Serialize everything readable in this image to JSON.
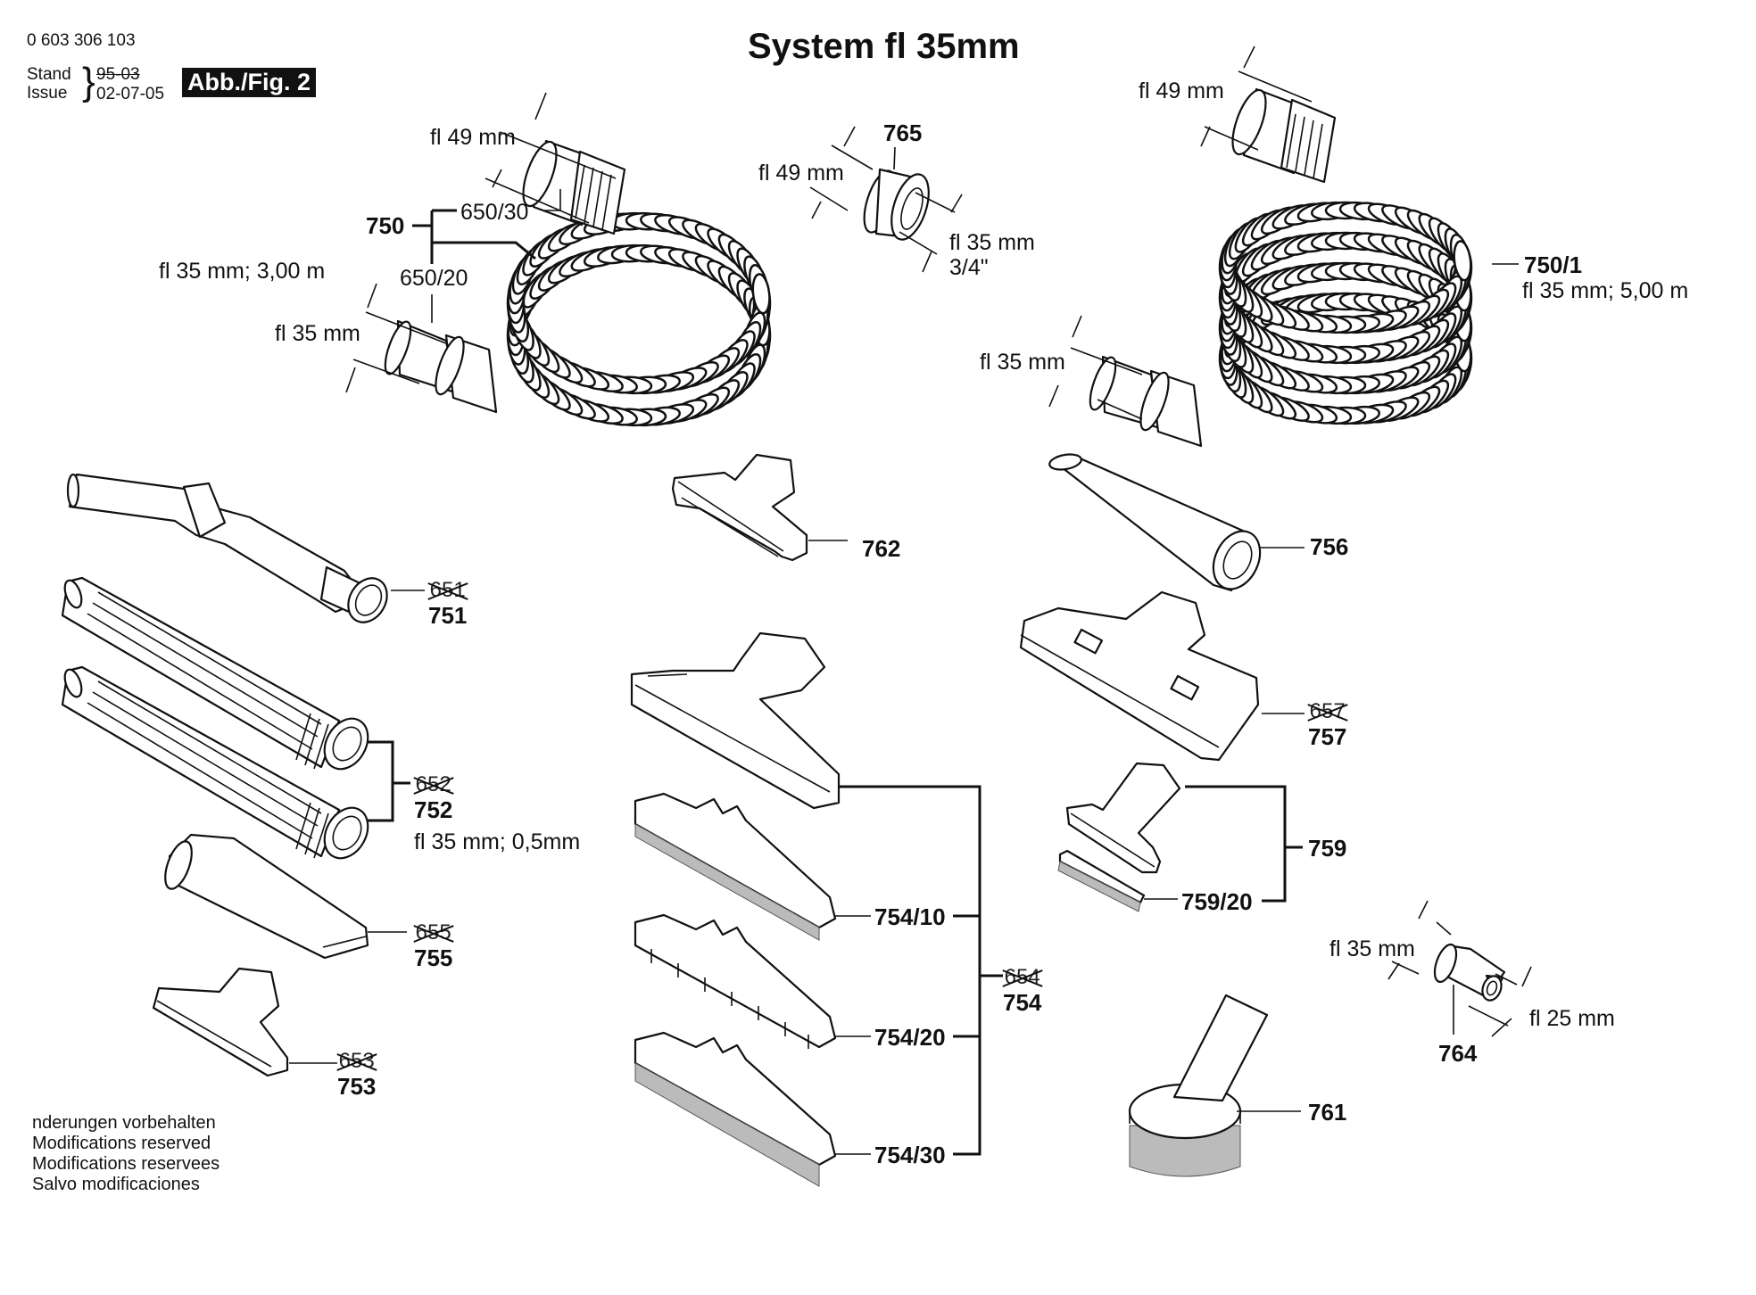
{
  "header": {
    "part_number": "0 603 306 103",
    "stand_label": "Stand",
    "issue_label": "Issue",
    "stand_date_old": "95-03",
    "issue_date": "02-07-05",
    "figure_badge": "Abb./Fig. 2",
    "title": "System fl 35mm"
  },
  "hose_left": {
    "part": "750",
    "sub_top": "650/30",
    "sub_bottom": "650/20",
    "spec": "fl 35 mm; 3,00 m",
    "dim_top": "fl 49 mm",
    "dim_bottom": "fl 35 mm"
  },
  "adapter_765": {
    "part": "765",
    "dim_left": "fl 49 mm",
    "dim_right": "fl 35 mm",
    "dim_thread": "3/4\""
  },
  "hose_right": {
    "part": "750/1",
    "spec": "fl 35 mm; 5,00 m",
    "dim_top": "fl 49 mm",
    "dim_bottom": "fl 35 mm"
  },
  "parts": {
    "p751": {
      "old": "651",
      "new": "751"
    },
    "p752": {
      "old": "652",
      "new": "752",
      "spec": "fl 35 mm; 0,5mm"
    },
    "p755": {
      "old": "655",
      "new": "755"
    },
    "p753": {
      "old": "653",
      "new": "753"
    },
    "p762": {
      "new": "762"
    },
    "p754": {
      "old": "654",
      "new": "754",
      "subs": [
        "754/10",
        "754/20",
        "754/30"
      ]
    },
    "p756": {
      "new": "756"
    },
    "p757": {
      "old": "657",
      "new": "757"
    },
    "p759": {
      "new": "759",
      "sub": "759/20"
    },
    "p764": {
      "new": "764",
      "dim_in": "fl 35 mm",
      "dim_out": "fl 25 mm"
    },
    "p761": {
      "new": "761"
    }
  },
  "footer": {
    "lines": [
      "nderungen vorbehalten",
      "Modifications reserved",
      "Modifications reservees",
      "Salvo modificaciones"
    ]
  }
}
